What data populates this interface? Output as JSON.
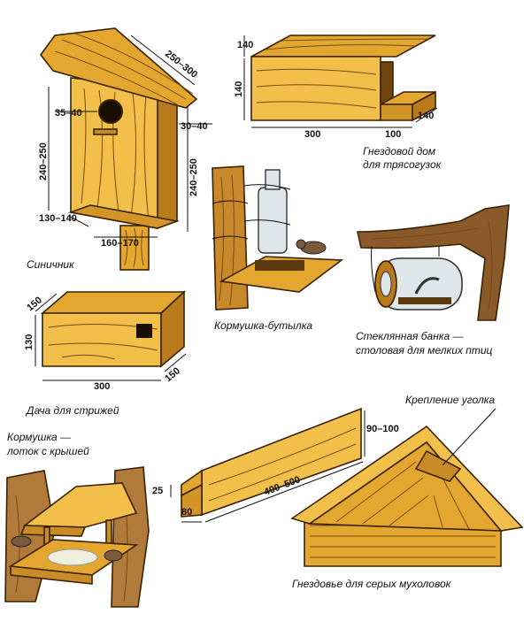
{
  "colors": {
    "wood_light": "#f2c04a",
    "wood_mid": "#e3a72f",
    "wood_dark": "#b97a1c",
    "outline": "#3a2200",
    "bark": "#8a5a2b",
    "glass": "#dfe6ea"
  },
  "birdhouse_tits": {
    "caption": "Синичник",
    "dims": {
      "roof_length": "250–300",
      "hole_offset": "35–40",
      "front_height": "240–250",
      "overhang": "30–40",
      "back_height": "240–250",
      "bottom_depth": "130–140",
      "width": "160–170"
    }
  },
  "wagtail_house": {
    "caption_line1": "Гнездовой дом",
    "caption_line2": "для трясогузок",
    "dims": {
      "top_depth": "140",
      "height": "140",
      "length": "300",
      "porch_length": "100",
      "porch_depth": "140"
    }
  },
  "bottle_feeder": {
    "caption": "Кормушка-бутылка"
  },
  "glass_jar": {
    "caption_line1": "Стеклянная банка —",
    "caption_line2": "столовая для мелких птиц"
  },
  "swift_house": {
    "caption": "Дача для стрижей",
    "dims": {
      "height": "130",
      "depth_left": "150",
      "length": "300",
      "depth_right": "150"
    }
  },
  "tray_feeder": {
    "caption_line1": "Кормушка —",
    "caption_line2": "лоток с крышей"
  },
  "flycatcher_nest": {
    "caption": "Гнездовье для серых мухоловок",
    "corner_label": "Крепление уголка",
    "dims": {
      "corner_height": "90–100",
      "lip": "25",
      "corner_width": "80",
      "length": "400–500"
    }
  }
}
